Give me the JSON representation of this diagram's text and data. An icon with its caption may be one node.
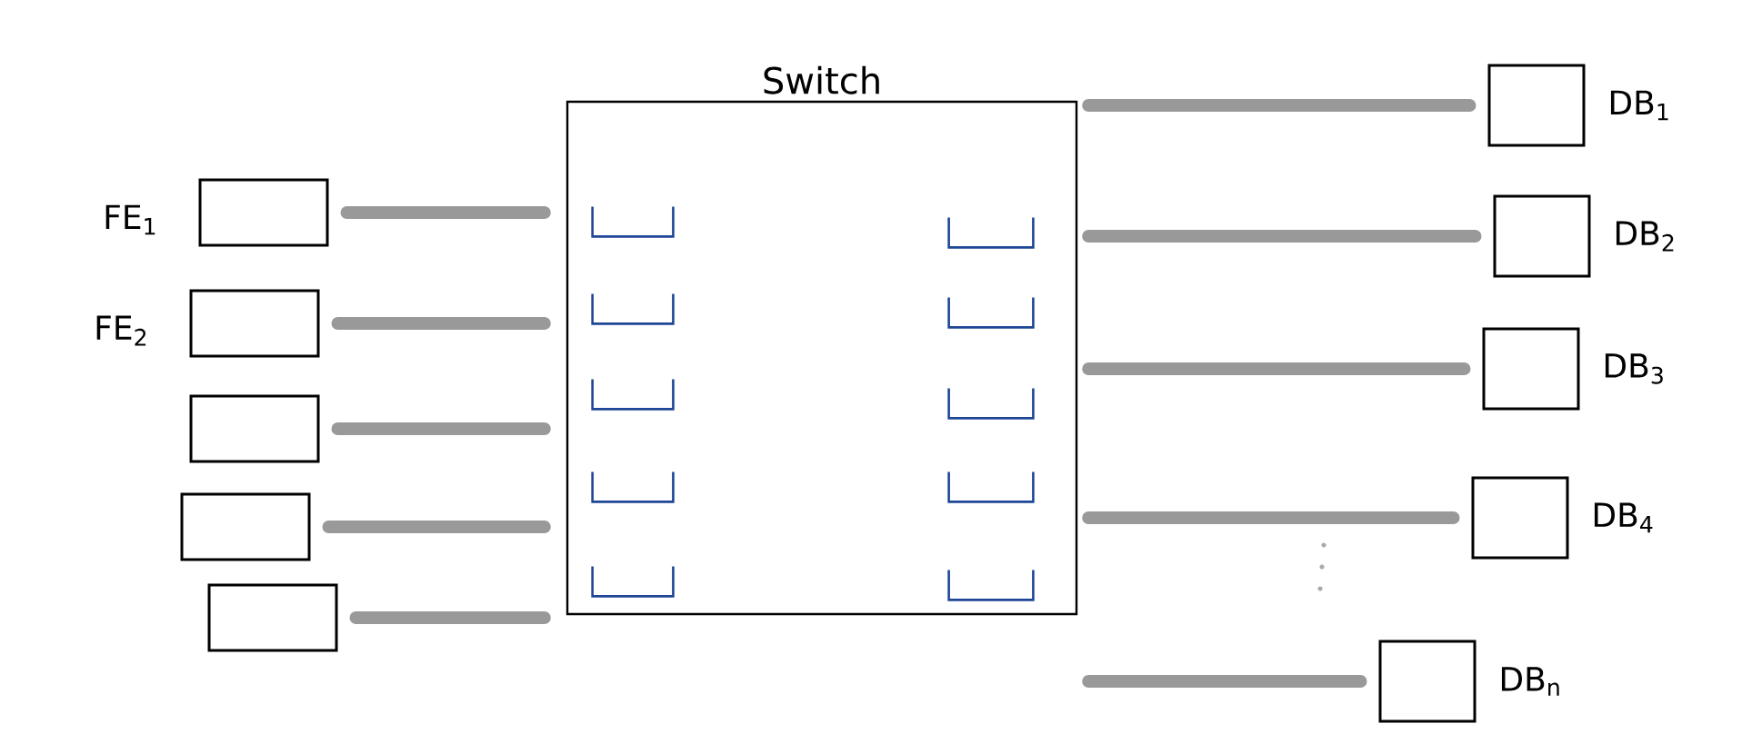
{
  "diagram": {
    "nodes": [
      {
        "text": [
          "Switch"
        ]
      },
      {
        "text": [],
        "shape": "box",
        "in": 0
      },
      {
        "text": [],
        "shape": "box",
        "in": 0
      },
      {
        "text": [],
        "shape": "box",
        "in": 0
      },
      {
        "text": [],
        "shape": "box",
        "in": 0
      },
      {
        "text": [],
        "shape": "box",
        "in": 0
      },
      {
        "text": [],
        "shape": "box",
        "in": 0
      },
      {
        "text": [],
        "shape": "box",
        "in": 0
      },
      {
        "text": [],
        "shape": "box",
        "in": 0
      },
      {
        "text": [],
        "shape": "box",
        "in": 0
      },
      {
        "text": [],
        "shape": "box",
        "in": 0
      },
      {
        "text": [],
        "shape": "box",
        "beside": [
          "FE$_{1}$"
        ]
      },
      {
        "text": [],
        "shape": "box",
        "beside": [
          "FE$_{2}$"
        ]
      },
      {
        "text": [],
        "shape": "box"
      },
      {
        "text": [],
        "shape": "box"
      },
      {
        "text": [],
        "shape": "box"
      },
      {
        "text": [],
        "shape": "box",
        "beside": [
          "DB$_{1}$"
        ]
      },
      {
        "text": [],
        "shape": "box",
        "beside": [
          "DB$_{2}$"
        ]
      },
      {
        "text": [],
        "shape": "box",
        "beside": [
          "DB$_{3}$"
        ]
      },
      {
        "text": [],
        "shape": "box",
        "beside": [
          "DB$_{4}$"
        ]
      },
      {
        "text": [],
        "shape": "box",
        "beside": [
          "DB$_{n}$"
        ]
      }
    ],
    "edges": [
      {
        "from": 0,
        "to": 11,
        "arrow": "none"
      },
      {
        "from": 0,
        "to": 12,
        "arrow": "none"
      },
      {
        "from": 0,
        "to": 13,
        "arrow": "none"
      },
      {
        "from": 0,
        "to": 14,
        "arrow": "none"
      },
      {
        "from": 0,
        "to": 15,
        "arrow": "none"
      },
      {
        "from": 0,
        "to": 16,
        "arrow": "none"
      },
      {
        "from": 0,
        "to": 17,
        "arrow": "none"
      },
      {
        "from": 0,
        "to": 18,
        "arrow": "none"
      },
      {
        "from": 0,
        "to": 19,
        "arrow": "none"
      },
      {
        "from": 0,
        "to": 20,
        "arrow": "none"
      }
    ]
  }
}
